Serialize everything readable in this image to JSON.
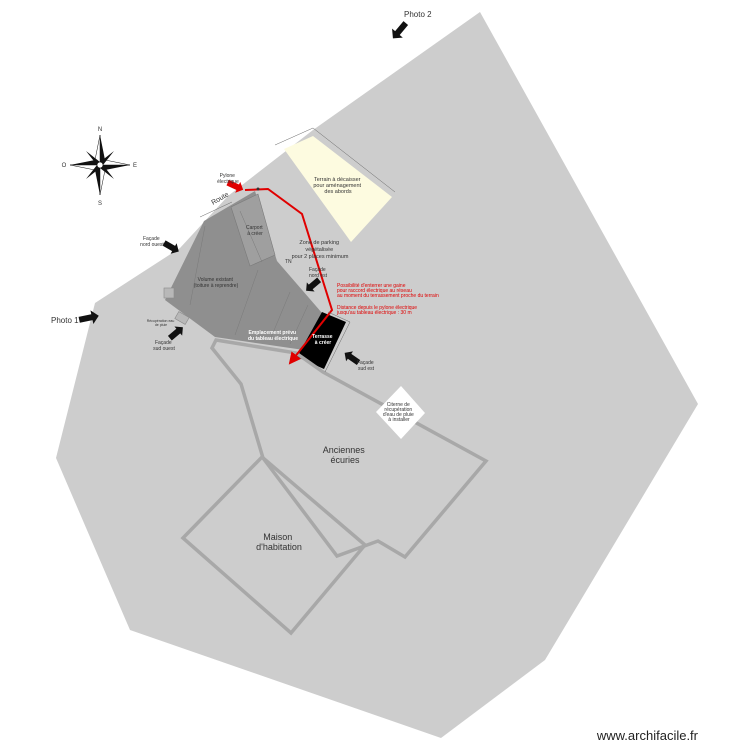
{
  "labels": {
    "photo_1": "Photo 1",
    "photo_2": "Photo 2",
    "route": "Route",
    "pylone": [
      "Pylone",
      "électrique"
    ],
    "facade_nord_ouest": [
      "Façade",
      "nord ouest"
    ],
    "facade_sud_ouest": [
      "Façade",
      "sud ouest"
    ],
    "facade_nord_est": [
      "Façade",
      "nord est"
    ],
    "facade_sud_est": [
      "Façade",
      "sud est"
    ],
    "carport": [
      "Carport",
      "à créer"
    ],
    "volume_existant": [
      "Volume existant",
      "(toiture à reprendre)"
    ],
    "zone_parking": [
      "Zone de parking",
      "végétalisée",
      "pour 2 places minimum"
    ],
    "tn": "TN",
    "terrain_decaisser": [
      "Terrain à décaisser",
      "pour aménagement",
      "des abords"
    ],
    "gaine_note": [
      "Possibilité d'enterrer une gaine",
      "pour raccord électrique au réseau",
      "au moment du terrassement proche du terrain"
    ],
    "distance_note": [
      "Distance depuis le pylone électrique",
      "jusqu'au tableau électrique : 30 m"
    ],
    "terrasse": [
      "Terrasse",
      "à créer"
    ],
    "emplacement_tableau": [
      "Emplacement prévu",
      "du tableau électrique"
    ],
    "citerne": [
      "Citerne de",
      "récupération",
      "d'eau de pluie",
      "à installer"
    ],
    "anciennes_ecuries": [
      "Anciennes",
      "écuries"
    ],
    "maison": [
      "Maison",
      "d'habitation"
    ],
    "pluvial_note": [
      "Récupération eau",
      "de pluie"
    ],
    "watermark": "www.archifacile.fr"
  },
  "compass": {
    "n": "N",
    "s": "S",
    "e": "E",
    "o": "O"
  },
  "colors": {
    "land": "#cdcdcd",
    "building_outline": "#a8a8a8",
    "existing_building": "#8f8f8f",
    "terrain_zone": "#fdfbe0",
    "terrasse": "#000000",
    "electric_line": "#e00000"
  }
}
